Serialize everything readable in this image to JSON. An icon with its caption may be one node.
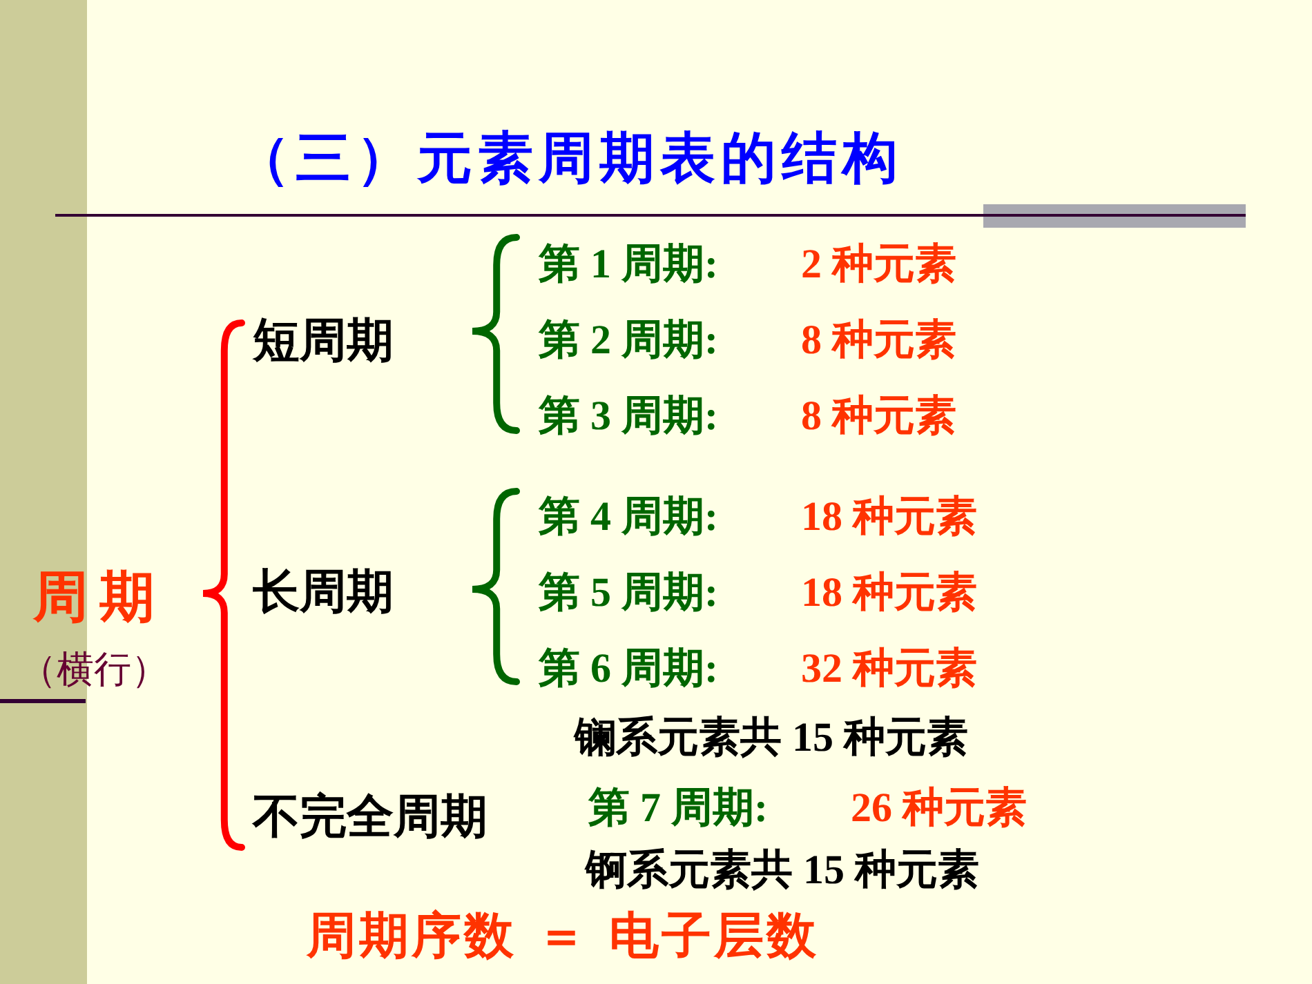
{
  "diagram": {
    "title": "（三）元素周期表的结构",
    "labels": [
      "周期",
      "（横行）",
      "短周期",
      "第 1 周期:",
      "2 种元素",
      "第 2 周期:",
      "8 种元素",
      "第 3 周期:",
      "8 种元素",
      "长周期",
      "第 4 周期:",
      "18 种元素",
      "第 5 周期:",
      "18 种元素",
      "第 6 周期:",
      "32 种元素",
      "镧系元素共 15 种元素",
      "不完全周期",
      "第 7 周期:",
      "26 种元素",
      "锕系元素共 15 种元素",
      "周期序数 ＝ 电子层数"
    ]
  }
}
